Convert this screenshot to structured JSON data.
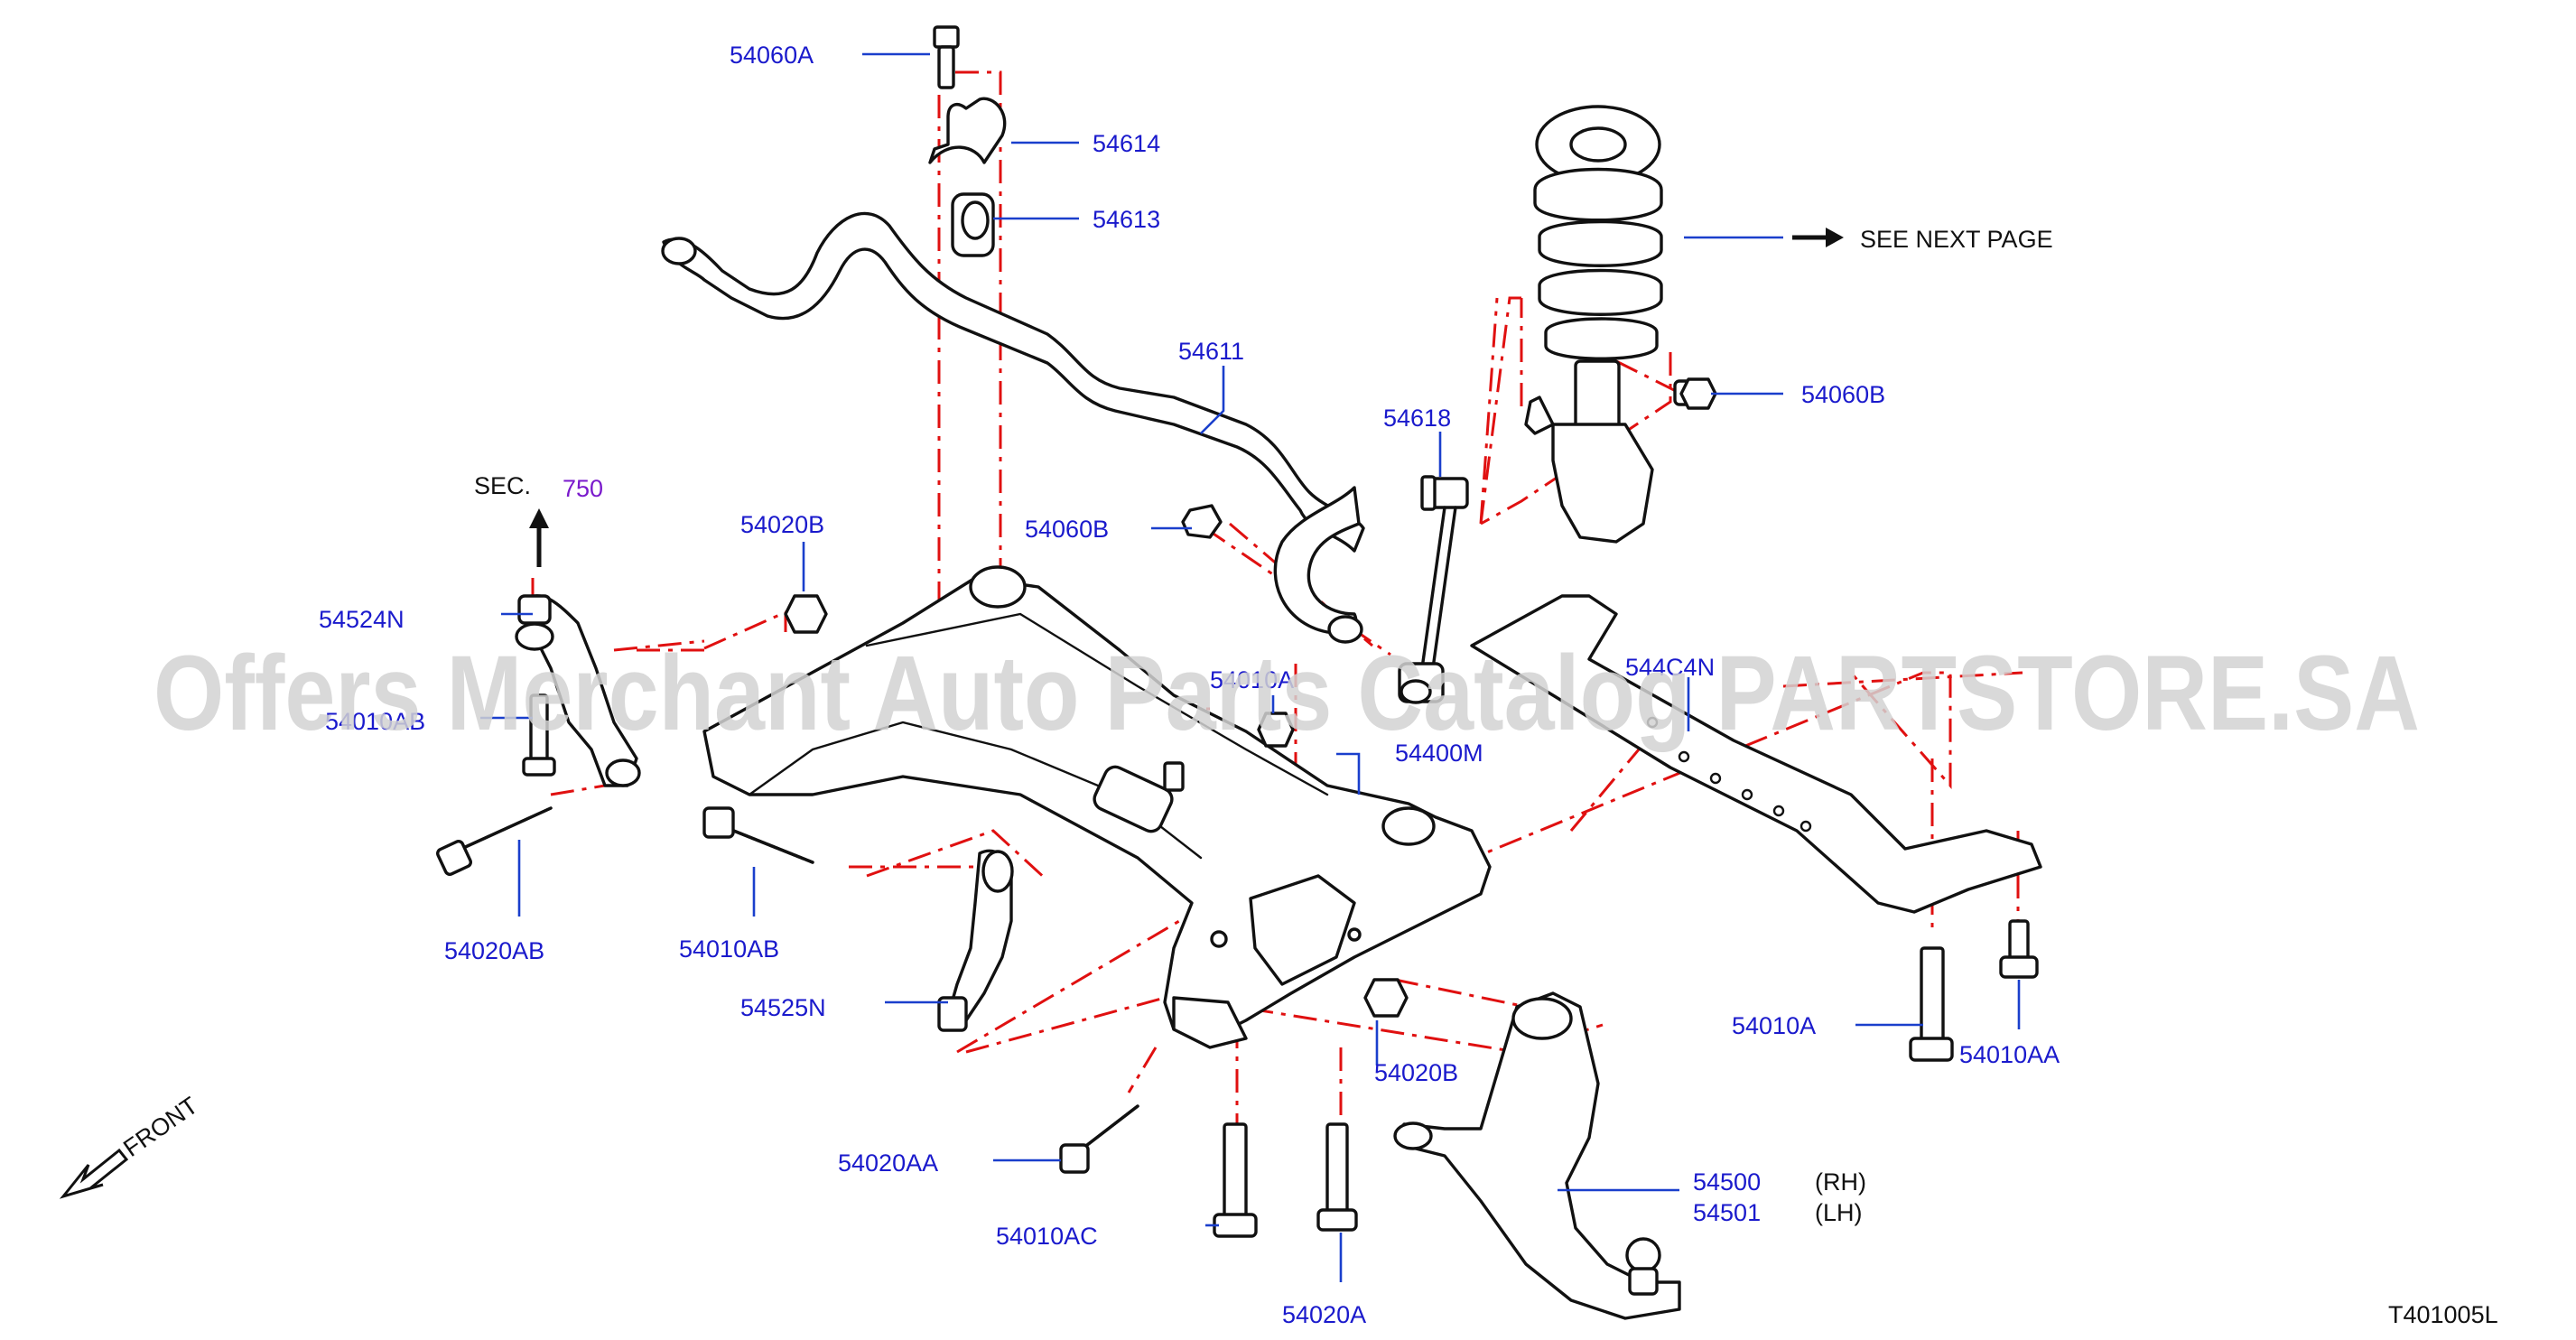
{
  "labels": {
    "p54060A": "54060A",
    "p54614": "54614",
    "p54613": "54613",
    "p54611": "54611",
    "p54618": "54618",
    "p54060B_a": "54060B",
    "p54060B_b": "54060B",
    "p54020B_a": "54020B",
    "p54020B_b": "54020B",
    "p54524N": "54524N",
    "p54010AB_a": "54010AB",
    "p54020AB": "54020AB",
    "p54010AB_b": "54010AB",
    "p54525N": "54525N",
    "p54400M": "54400M",
    "p54010A_mid": "54010A",
    "p544C4N": "544C4N",
    "p54010A": "54010A",
    "p54010AA": "54010AA",
    "p54020AA": "54020AA",
    "p54010AC": "54010AC",
    "p54020A": "54020A",
    "p54500": "54500",
    "p54501": "54501",
    "rh": "(RH)",
    "lh": "(LH)"
  },
  "references": {
    "see_next_page": "SEE  NEXT  PAGE",
    "sec_prefix": "SEC.",
    "sec_number": "750"
  },
  "orientation": {
    "front_label": "FRONT"
  },
  "figure_code": "T401005L",
  "watermark": "Offers Merchant Auto Parts Catalog PARTSTORE.SA",
  "colors": {
    "part_label": "#1a1acc",
    "leader_line": "#1a3fcc",
    "centerline": "#e01010",
    "section_number": "#7a1acc",
    "outline": "#111111"
  }
}
